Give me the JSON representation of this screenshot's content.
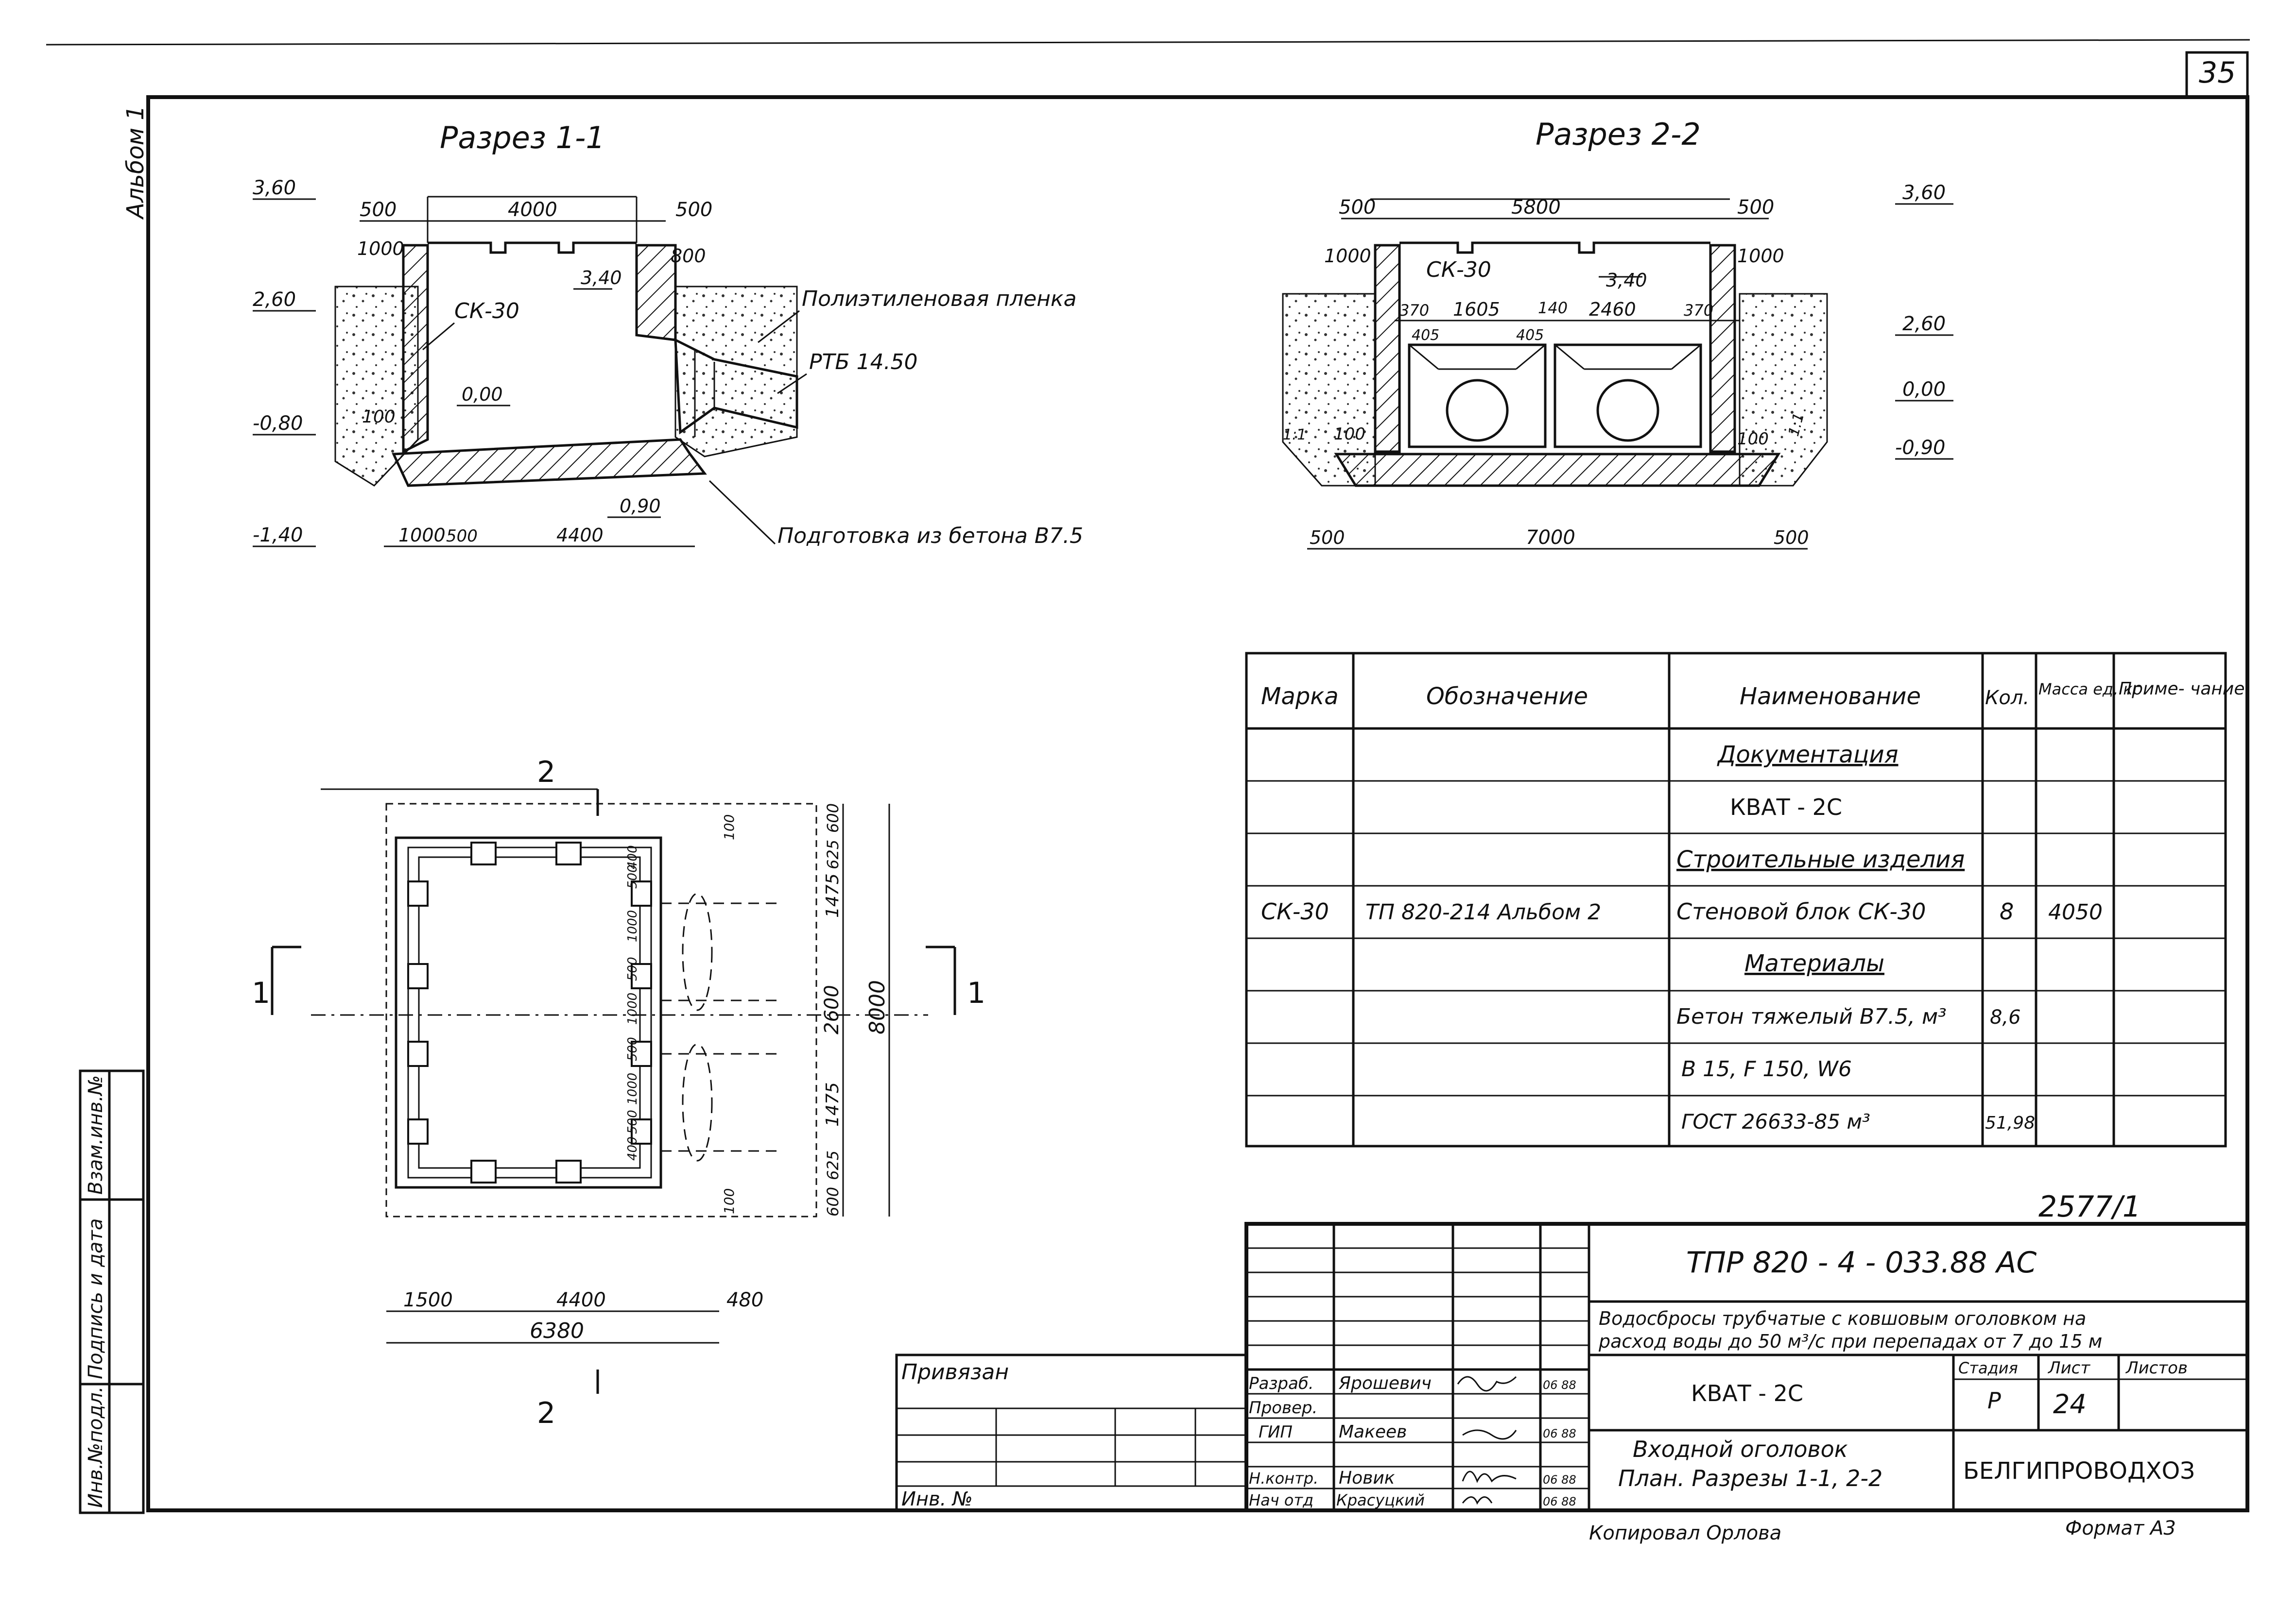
{
  "sheet": {
    "page_number": "35",
    "album_label": "Альбом 1"
  },
  "section11": {
    "title": "Разрез 1-1",
    "dims": {
      "top_left": "500",
      "top_mid": "4000",
      "top_right": "500",
      "left_1000": "1000",
      "right_800": "800",
      "bottom_1000": "1000",
      "bottom_500": "500",
      "bottom_4400": "4400",
      "slab_100": "100"
    },
    "elevations": {
      "e360": "3,60",
      "e340": "3,40",
      "e260": "2,60",
      "e000": "0,00",
      "em080": "-0,80",
      "em140": "-1,40",
      "e090": "0,90"
    },
    "labels": {
      "block": "СК-30",
      "film": "Полиэтиленовая пленка",
      "pipe": "РТБ 14.50",
      "prep": "Подготовка из бетона В7.5"
    }
  },
  "section22": {
    "title": "Разрез 2-2",
    "dims": {
      "top_left": "500",
      "top_mid": "5800",
      "top_right": "500",
      "left_1000": "1000",
      "right_1000": "1000",
      "d370a": "370",
      "d1605": "1605",
      "d140": "140",
      "d2460": "2460",
      "d370b": "370",
      "d405a": "405",
      "d405b": "405",
      "slab_100a": "100",
      "slab_100b": "100",
      "bottom_500a": "500",
      "bottom_7000": "7000",
      "bottom_500b": "500",
      "slope_left": "1:1",
      "slope_right": "1:1"
    },
    "elevations": {
      "e360": "3,60",
      "e340": "3,40",
      "e260": "2,60",
      "e000": "0,00",
      "em090": "-0,90"
    },
    "labels": {
      "block": "СК-30"
    }
  },
  "plan": {
    "cut2_label_top": "2",
    "cut2_label_bottom": "2",
    "cut1_label_left": "1",
    "cut1_label_right": "1",
    "dim_bottom_1500": "1500",
    "dim_bottom_4400": "4400",
    "dim_bottom_480": "480",
    "dim_bottom_6380": "6380",
    "dims_right_top_to_bottom": [
      "600",
      "625",
      "1475",
      "2600",
      "1475",
      "625",
      "600"
    ],
    "dim_right_total": "8000",
    "dims_inner": [
      "100",
      "500",
      "400",
      "1000",
      "500",
      "1000",
      "500",
      "1000",
      "500",
      "400",
      "100"
    ]
  },
  "spec_table": {
    "headers": {
      "mark": "Марка",
      "designation": "Обозначение",
      "name": "Наименование",
      "qty": "Кол.",
      "mass": "Масса ед, кг",
      "note": "Приме- чание"
    },
    "rows": [
      {
        "mark": "",
        "designation": "",
        "name": "Документация",
        "qty": "",
        "mass": "",
        "note": ""
      },
      {
        "mark": "",
        "designation": "",
        "name": "КВАТ - 2С",
        "qty": "",
        "mass": "",
        "note": ""
      },
      {
        "mark": "",
        "designation": "",
        "name": "Строительные изделия",
        "qty": "",
        "mass": "",
        "note": ""
      },
      {
        "mark": "СК-30",
        "designation": "ТП 820-214 Альбом 2",
        "name": "Стеновой блок СК-30",
        "qty": "8",
        "mass": "4050",
        "note": ""
      },
      {
        "mark": "",
        "designation": "",
        "name": "Материалы",
        "qty": "",
        "mass": "",
        "note": ""
      },
      {
        "mark": "",
        "designation": "",
        "name": "Бетон тяжелый В7.5, м³",
        "qty": "8,6",
        "mass": "",
        "note": ""
      },
      {
        "mark": "",
        "designation": "",
        "name": "В 15, F 150, W6",
        "qty": "",
        "mass": "",
        "note": ""
      },
      {
        "mark": "",
        "designation": "",
        "name": "ГОСТ 26633-85        м³",
        "qty": "51,98",
        "mass": "",
        "note": ""
      }
    ]
  },
  "archive_number": "2577/1",
  "title_block": {
    "code": "ТПР 820 - 4 - 033.88  АС",
    "description_1": "Водосбросы трубчатые с ковшовым оголовком на",
    "description_2": "расход воды до 50 м³/с при перепадах от 7 до 15 м",
    "tied": "Привязан",
    "inv_no": "Инв. №",
    "roles": [
      "Разраб.",
      "Провер.",
      "ГИП",
      "",
      "Н.контр.",
      "Нач отд"
    ],
    "names": [
      "Ярошевич",
      "",
      "Макеев",
      "",
      "Новик",
      "Красуцкий"
    ],
    "dates": [
      "06 88",
      "",
      "06 88",
      "",
      "06 88",
      "06 88"
    ],
    "object": "КВАТ - 2С",
    "sheet_title_1": "Входной оголовок",
    "sheet_title_2": "План. Разрезы 1-1, 2-2",
    "stage_label": "Стадия",
    "sheet_label": "Лист",
    "sheets_label": "Листов",
    "stage": "Р",
    "sheet": "24",
    "sheets": "",
    "org": "БЕЛГИПРОВОДХОЗ"
  },
  "left_strip": {
    "label1": "Взам.инв.№",
    "label2": "Подпись и дата",
    "label3": "Инв.№подл."
  },
  "footer": {
    "copied": "Копировал Орлова",
    "format": "Формат А3"
  }
}
